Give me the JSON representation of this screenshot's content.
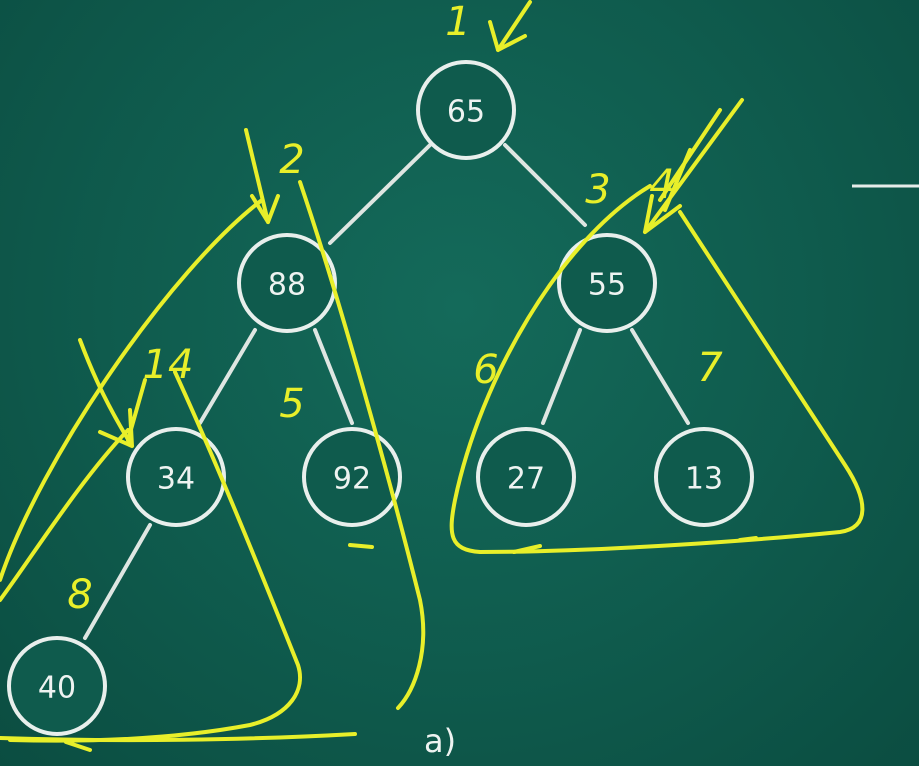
{
  "diagram": {
    "caption": "a)",
    "nodes": [
      {
        "id": "n65",
        "label": "65"
      },
      {
        "id": "n88",
        "label": "88"
      },
      {
        "id": "n55",
        "label": "55"
      },
      {
        "id": "n34",
        "label": "34"
      },
      {
        "id": "n92",
        "label": "92"
      },
      {
        "id": "n27",
        "label": "27"
      },
      {
        "id": "n13",
        "label": "13"
      },
      {
        "id": "n40",
        "label": "40"
      }
    ],
    "edges": [
      [
        "n65",
        "n88"
      ],
      [
        "n65",
        "n55"
      ],
      [
        "n88",
        "n34"
      ],
      [
        "n88",
        "n92"
      ],
      [
        "n55",
        "n27"
      ],
      [
        "n55",
        "n13"
      ],
      [
        "n34",
        "n40"
      ]
    ],
    "annotations": {
      "step_1": "1",
      "step_2": "2",
      "step_3": "3",
      "step_4": "4",
      "step_5": "5",
      "step_6": "6",
      "step_7": "7",
      "step_8": "8",
      "step_14": "14"
    },
    "colors": {
      "board": "#0f5b4d",
      "chalk": "#e8efec",
      "highlighter": "#e8ef2a"
    }
  }
}
